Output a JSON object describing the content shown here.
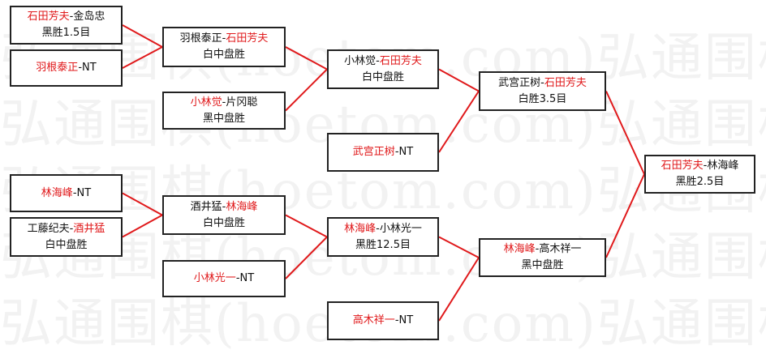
{
  "watermark": "弘通围棋(hoetom.com)弘通围棋(hoetom.com)",
  "colors": {
    "winner": "#e0191b",
    "connector": "#e0191b",
    "border": "#222222",
    "text": "#111111"
  },
  "rounds": {
    "r1": [
      {
        "id": "m1",
        "player1": "石田芳夫",
        "sep": "-",
        "player2": "金岛忠",
        "winner": 1,
        "result": "黑胜1.5目"
      },
      {
        "id": "m2",
        "player1": "羽根泰正",
        "sep": "-",
        "player2": "NT",
        "winner": 1,
        "result": ""
      },
      {
        "id": "m3",
        "player1": "林海峰",
        "sep": "-",
        "player2": "NT",
        "winner": 1,
        "result": ""
      },
      {
        "id": "m4",
        "player1": "工藤纪夫",
        "sep": "-",
        "player2": "酒井猛",
        "winner": 2,
        "result": "白中盘胜"
      }
    ],
    "r2": [
      {
        "id": "m5",
        "player1": "羽根泰正",
        "sep": "-",
        "player2": "石田芳夫",
        "winner": 2,
        "result": "白中盘胜"
      },
      {
        "id": "m6",
        "player1": "小林觉",
        "sep": "-",
        "player2": "片冈聪",
        "winner": 1,
        "result": "黑中盘胜"
      },
      {
        "id": "m7",
        "player1": "酒井猛",
        "sep": "-",
        "player2": "林海峰",
        "winner": 2,
        "result": "白中盘胜"
      },
      {
        "id": "m8",
        "player1": "小林光一",
        "sep": "-",
        "player2": "NT",
        "winner": 1,
        "result": ""
      }
    ],
    "r3": [
      {
        "id": "m9",
        "player1": "小林觉",
        "sep": "-",
        "player2": "石田芳夫",
        "winner": 2,
        "result": "白中盘胜"
      },
      {
        "id": "m10",
        "player1": "武宫正树",
        "sep": "-",
        "player2": "NT",
        "winner": 1,
        "result": ""
      },
      {
        "id": "m11",
        "player1": "林海峰",
        "sep": "-",
        "player2": "小林光一",
        "winner": 1,
        "result": "黑胜12.5目"
      },
      {
        "id": "m12",
        "player1": "高木祥一",
        "sep": "-",
        "player2": "NT",
        "winner": 1,
        "result": ""
      }
    ],
    "r4": [
      {
        "id": "m13",
        "player1": "武宫正树",
        "sep": "-",
        "player2": "石田芳夫",
        "winner": 2,
        "result": "白胜3.5目"
      },
      {
        "id": "m14",
        "player1": "林海峰",
        "sep": "-",
        "player2": "高木祥一",
        "winner": 1,
        "result": "黑中盘胜"
      }
    ],
    "final": [
      {
        "id": "m15",
        "player1": "石田芳夫",
        "sep": "-",
        "player2": "林海峰",
        "winner": 1,
        "result": "黑胜2.5目"
      }
    ]
  },
  "connections": [
    [
      "m1",
      "m5"
    ],
    [
      "m2",
      "m5"
    ],
    [
      "m5",
      "m9"
    ],
    [
      "m6",
      "m9"
    ],
    [
      "m9",
      "m13"
    ],
    [
      "m10",
      "m13"
    ],
    [
      "m13",
      "m15"
    ],
    [
      "m3",
      "m7"
    ],
    [
      "m4",
      "m7"
    ],
    [
      "m7",
      "m11"
    ],
    [
      "m8",
      "m11"
    ],
    [
      "m11",
      "m14"
    ],
    [
      "m12",
      "m14"
    ],
    [
      "m14",
      "m15"
    ]
  ]
}
